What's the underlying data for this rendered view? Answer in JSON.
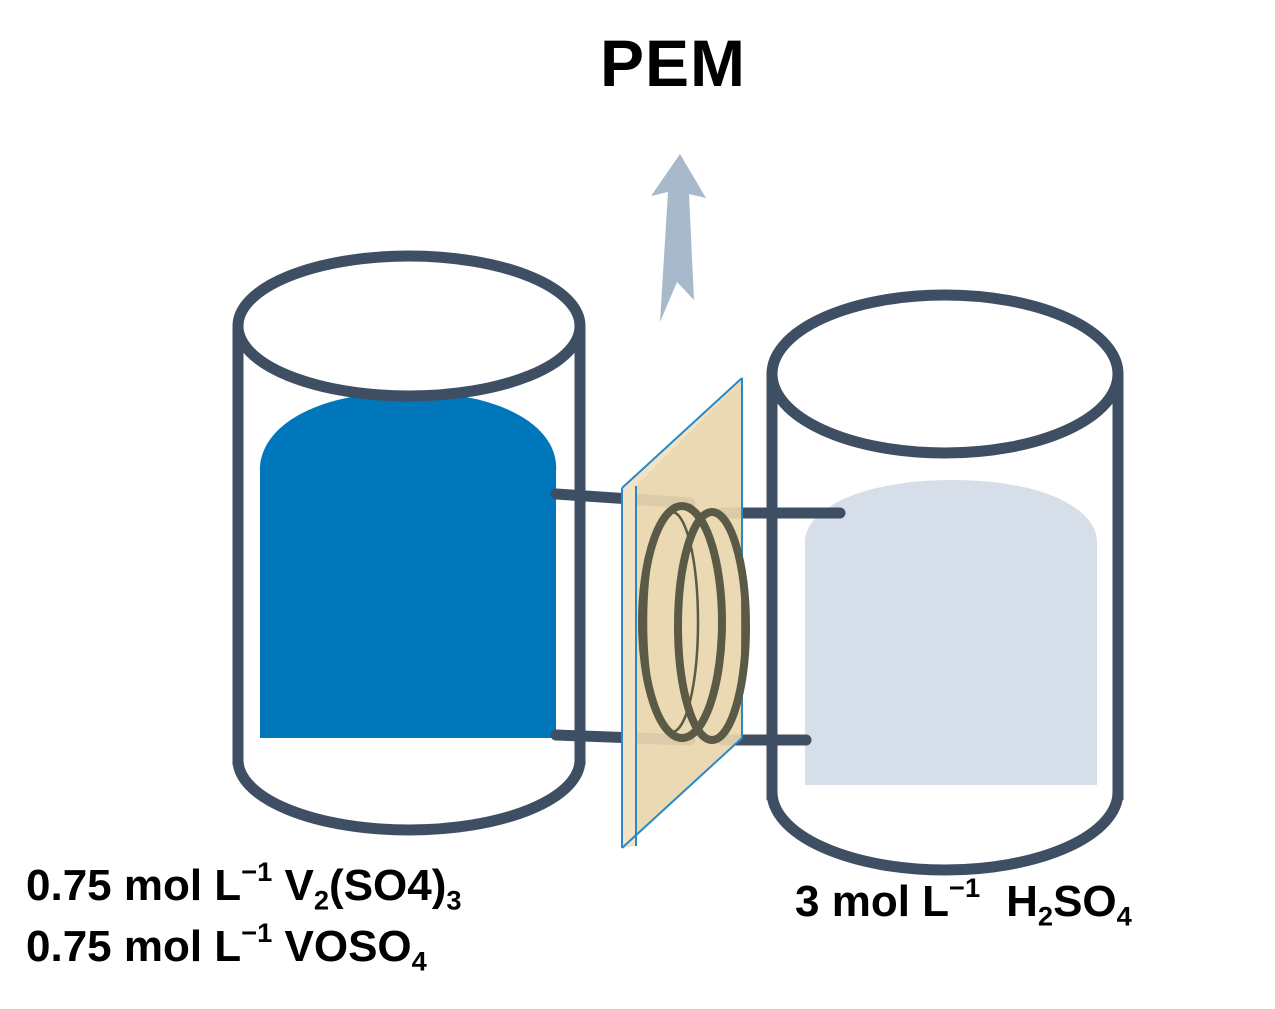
{
  "title": "PEM",
  "left_solution": {
    "line1": {
      "amount": "0.75 mol L",
      "exp": "−1",
      "species_pre": "V",
      "sub1": "2",
      "species_mid": "(SO4)",
      "sub2": "3"
    },
    "line2": {
      "amount": "0.75 mol L",
      "exp": "−1",
      "species_pre": "VOSO",
      "sub1": "4"
    }
  },
  "right_solution": {
    "amount": "3 mol L",
    "exp": "−1",
    "species_pre": "H",
    "sub1": "2",
    "species_mid": "SO",
    "sub2": "4"
  },
  "colors": {
    "vessel_outline": "#3f4f63",
    "left_liquid": "#0077bb",
    "right_liquid": "#d6dee9",
    "membrane_fill": "#e9d6ae",
    "membrane_edge": "#2a88c8",
    "coil": "#5a5a46",
    "arrow": "#a8b9cc"
  }
}
